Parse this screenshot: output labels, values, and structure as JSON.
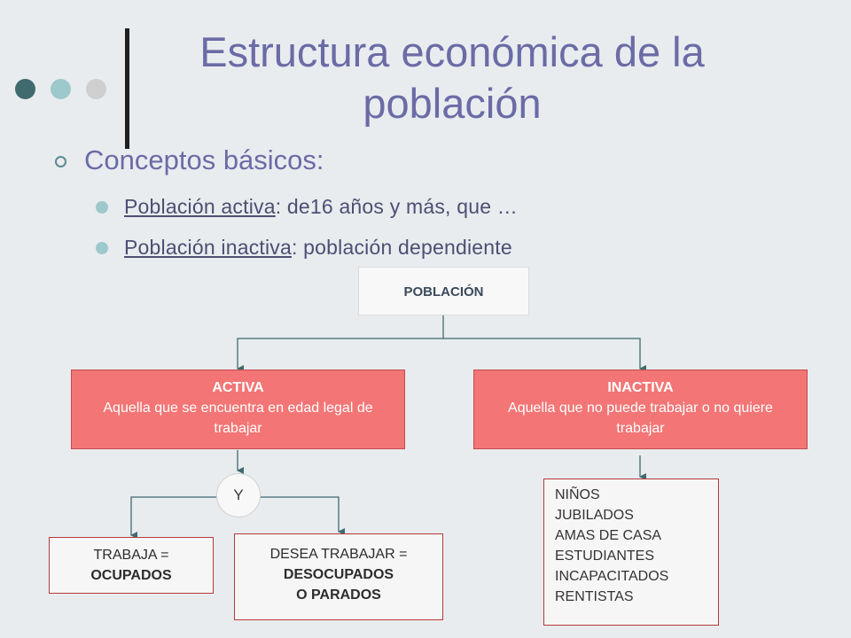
{
  "slide": {
    "title": "Estructura económica de la población",
    "heading": "Conceptos básicos:",
    "bullets": [
      {
        "term": "Población activa",
        "rest": ": de16 años y más, que …"
      },
      {
        "term": "Población inactiva",
        "rest": ": población dependiente"
      }
    ],
    "decor_colors": [
      "#3f6a6e",
      "#9ec9cc",
      "#cfcfcf"
    ]
  },
  "diagram": {
    "root": "POBLACIÓN",
    "activa": {
      "title": "ACTIVA",
      "desc": "Aquella que se encuentra en edad legal de trabajar"
    },
    "inactiva": {
      "title": "INACTIVA",
      "desc": "Aquella que no puede trabajar o no quiere trabajar"
    },
    "join": "Y",
    "trabaja": {
      "line1": "TRABAJA =",
      "line2": "OCUPADOS"
    },
    "desea": {
      "line1": "DESEA TRABAJAR =",
      "line2": "DESOCUPADOS",
      "line3": "O PARADOS"
    },
    "inactivos_list": [
      "NIÑOS",
      "JUBILADOS",
      "AMAS DE CASA",
      "ESTUDIANTES",
      "INCAPACITADOS",
      "RENTISTAS"
    ],
    "colors": {
      "box_fill": "#f37575",
      "line": "#3f6a6e"
    }
  }
}
